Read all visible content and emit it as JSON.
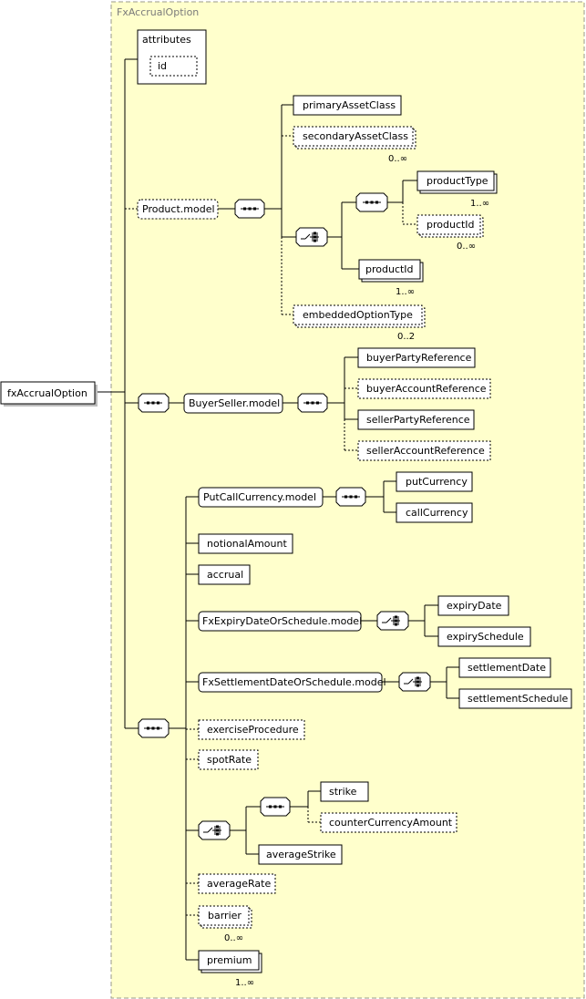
{
  "group_title": "FxAccrualOption",
  "root": "fxAccrualOption",
  "attributes": {
    "title": "attributes",
    "id": "id"
  },
  "product": {
    "model": "Product.model",
    "primaryAssetClass": "primaryAssetClass",
    "secondaryAssetClass": "secondaryAssetClass",
    "secondaryAssetClass_occ": "0..∞",
    "productType": "productType",
    "productType_occ": "1..∞",
    "productId_optional": "productId",
    "productId_optional_occ": "0..∞",
    "productId": "productId",
    "productId_occ": "1..∞",
    "embeddedOptionType": "embeddedOptionType",
    "embeddedOptionType_occ": "0..2"
  },
  "buyerSeller": {
    "model": "BuyerSeller.model",
    "buyerPartyReference": "buyerPartyReference",
    "buyerAccountReference": "buyerAccountReference",
    "sellerPartyReference": "sellerPartyReference",
    "sellerAccountReference": "sellerAccountReference"
  },
  "main": {
    "putCallCurrencyModel": "PutCallCurrency.model",
    "putCurrency": "putCurrency",
    "callCurrency": "callCurrency",
    "notionalAmount": "notionalAmount",
    "accrual": "accrual",
    "fxExpiryModel": "FxExpiryDateOrSchedule.model",
    "expiryDate": "expiryDate",
    "expirySchedule": "expirySchedule",
    "fxSettlementModel": "FxSettlementDateOrSchedule.model",
    "settlementDate": "settlementDate",
    "settlementSchedule": "settlementSchedule",
    "exerciseProcedure": "exerciseProcedure",
    "spotRate": "spotRate",
    "strike": "strike",
    "counterCurrencyAmount": "counterCurrencyAmount",
    "averageStrike": "averageStrike",
    "averageRate": "averageRate",
    "barrier": "barrier",
    "barrier_occ": "0..∞",
    "premium": "premium",
    "premium_occ": "1..∞"
  },
  "colors": {
    "group_fill": "#ffffcc",
    "group_border": "#9a9a8a"
  }
}
